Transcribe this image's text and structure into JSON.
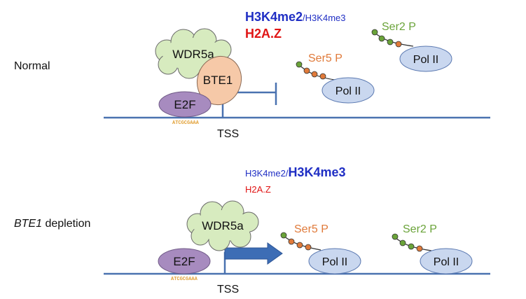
{
  "colors": {
    "dna_line": "#4a72b0",
    "activating_mark": "#1f2ec4",
    "h2az": "#e01414",
    "ser5": "#e07a3a",
    "ser2": "#6aa339",
    "polII_fill": "#c9d7ef",
    "polII_stroke": "#5a78b0",
    "e2f_fill": "#a78bbf",
    "bte1_fill": "#f6c9a8",
    "wdr5a_fill": "#d7ebbf",
    "arrow_fill": "#3d6db5"
  },
  "panels": {
    "normal": {
      "condition_label": "Normal",
      "marks": {
        "h3k4me2": "H3K4me2",
        "separator": "/",
        "h3k4me3": "H3K4me3",
        "h2az": "H2A.Z"
      },
      "proteins": {
        "wdr5a": "WDR5a",
        "bte1": "BTE1",
        "e2f": "E2F",
        "pol2_a": "Pol II",
        "pol2_b": "Pol II"
      },
      "ser5_label": "Ser5 P",
      "ser2_label": "Ser2 P",
      "tss_label": "TSS",
      "motif_text": "ATCGCGAAA"
    },
    "depletion": {
      "condition_label_italic": "BTE1",
      "condition_label_rest": " depletion",
      "marks": {
        "h3k4me2": "H3K4me2",
        "separator": "/",
        "h3k4me3": "H3K4me3",
        "h2az": "H2A.Z"
      },
      "proteins": {
        "wdr5a": "WDR5a",
        "e2f": "E2F",
        "pol2_a": "Pol II",
        "pol2_b": "Pol II"
      },
      "ser5_label": "Ser5 P",
      "ser2_label": "Ser2 P",
      "tss_label": "TSS",
      "motif_text": "ATCGCGAAA"
    }
  }
}
